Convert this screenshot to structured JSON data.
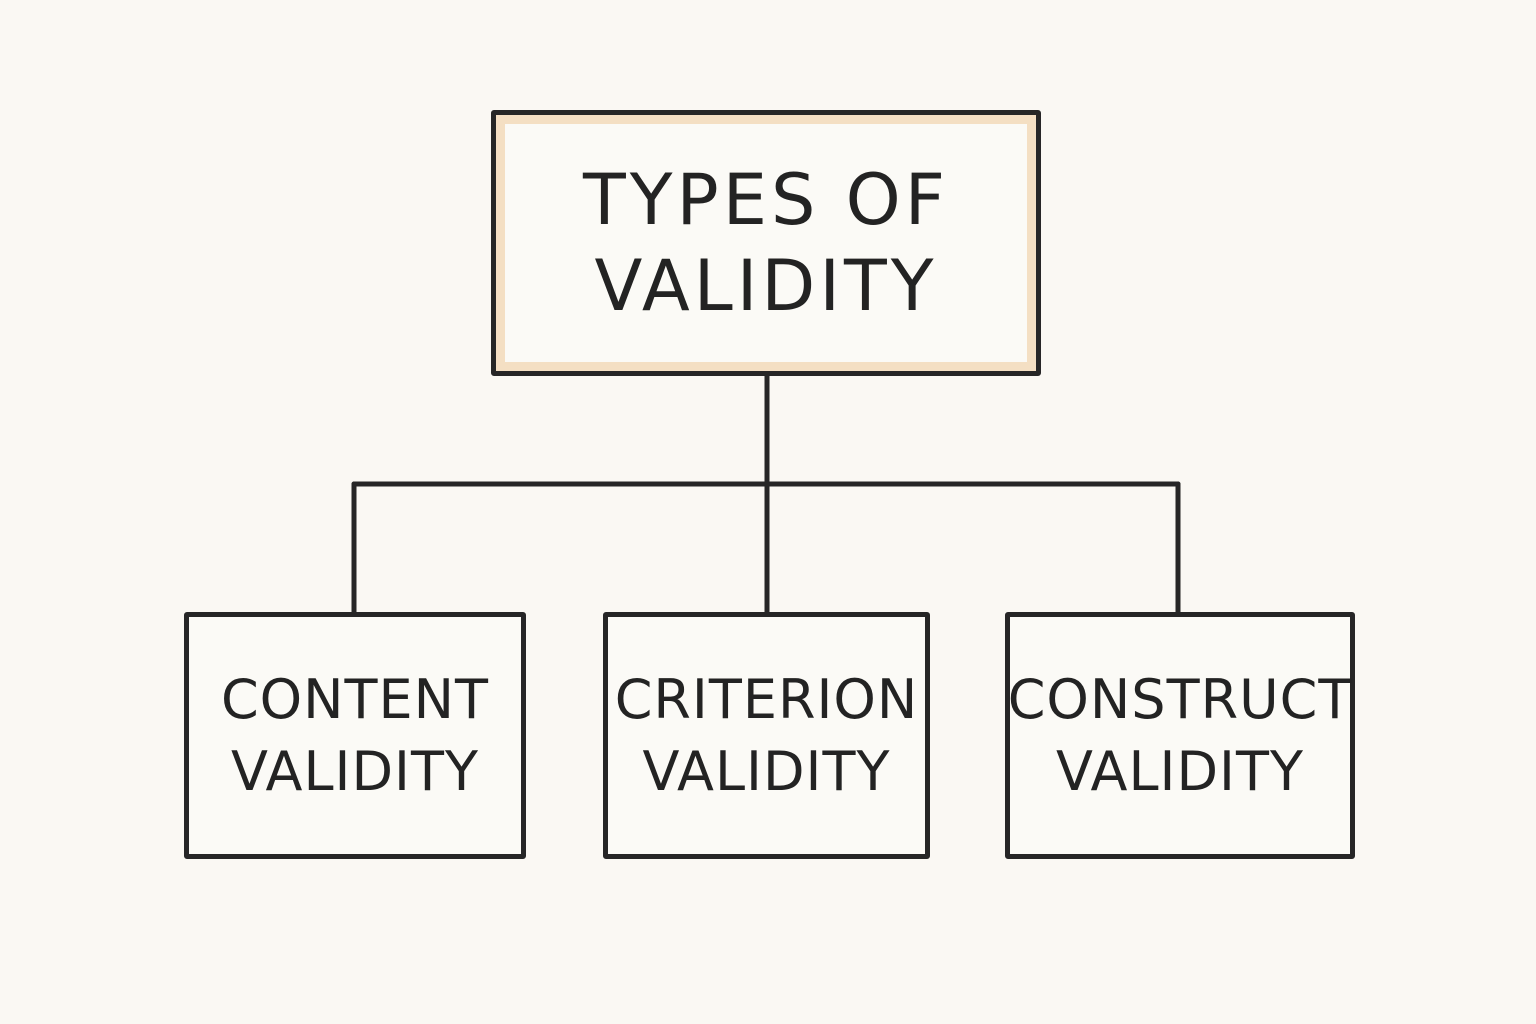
{
  "diagram": {
    "root": {
      "line1": "TYPES OF",
      "line2": "VALIDITY"
    },
    "children": [
      {
        "line1": "CONTENT",
        "line2": "VALIDITY"
      },
      {
        "line1": "CRITERION",
        "line2": "VALIDITY"
      },
      {
        "line1": "CONSTRUCT",
        "line2": "VALIDITY"
      }
    ],
    "colors": {
      "background": "#faf8f3",
      "stroke": "#262626",
      "root_accent": "#f4dfc3"
    }
  }
}
